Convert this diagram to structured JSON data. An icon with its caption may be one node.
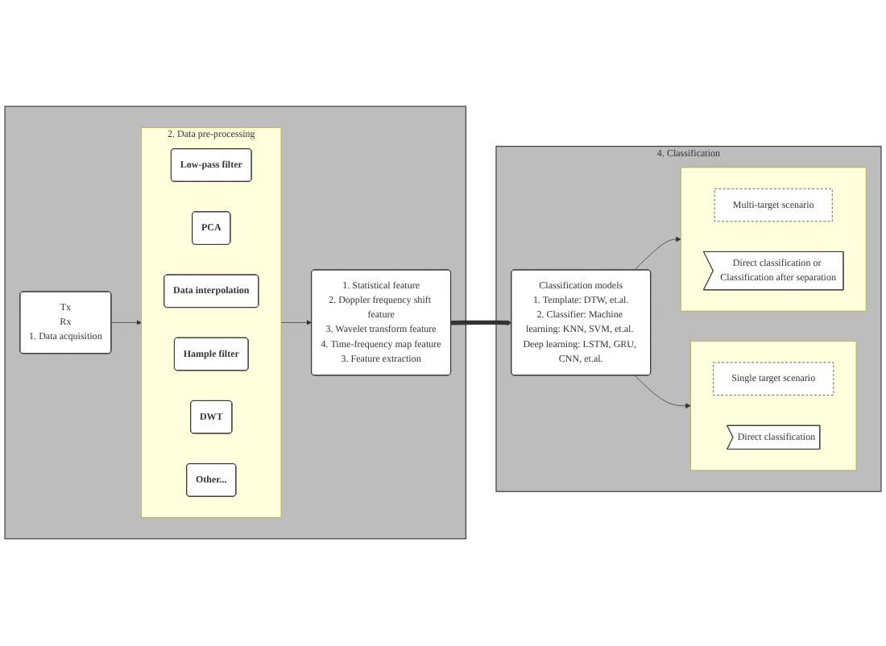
{
  "diagram": {
    "nodes": [
      {
        "text": [],
        "shape": "box"
      },
      {
        "text": [
          "Tx",
          "Rx",
          "1. Data acquisition"
        ],
        "in": 0
      },
      {
        "text": [
          "2. Data pre-processing"
        ],
        "in": 0
      },
      {
        "text": [
          "Low-pass filter"
        ],
        "in": 2
      },
      {
        "text": [
          "PCA"
        ],
        "in": 2
      },
      {
        "text": [
          "Data interpolation"
        ],
        "in": 2
      },
      {
        "text": [
          "Hample filter"
        ],
        "in": 2
      },
      {
        "text": [
          "DWT"
        ],
        "in": 2
      },
      {
        "text": [
          "Other..."
        ],
        "in": 2
      },
      {
        "text": [
          "1. Statistical feature",
          "2. Doppler frequency shift feature",
          "3. Wavelet transform feature",
          "4. Time-frequency map feature",
          "3. Feature extraction"
        ],
        "in": 0
      },
      {
        "text": [
          "4. Classification"
        ]
      },
      {
        "text": [],
        "shape": "box",
        "in": 10
      },
      {
        "text": [
          "Single target scenario"
        ],
        "in": 11
      },
      {
        "text": [
          "Direct classification"
        ],
        "in": 11
      },
      {
        "text": [],
        "shape": "box",
        "in": 10
      },
      {
        "text": [
          "Multi-target scenario"
        ],
        "in": 14
      },
      {
        "text": [
          "Direct classification or Classification after separation"
        ],
        "in": 14
      },
      {
        "text": [
          "Classification models",
          "1. Template: DTW, et.al.",
          "2. Classifier: Machine learning: KNN, SVM, et.al. Deep learning: LSTM, GRU, CNN, et.al."
        ],
        "in": 10
      }
    ],
    "edges": [
      {
        "from": 1,
        "to": 2,
        "arrow": "to"
      },
      {
        "from": 2,
        "to": 9,
        "arrow": "to"
      },
      {
        "from": 9,
        "to": 17,
        "arrow": "to",
        "style": "thick"
      },
      {
        "from": 17,
        "to": 11,
        "arrow": "to"
      },
      {
        "from": 17,
        "to": 14,
        "arrow": "to"
      }
    ]
  }
}
